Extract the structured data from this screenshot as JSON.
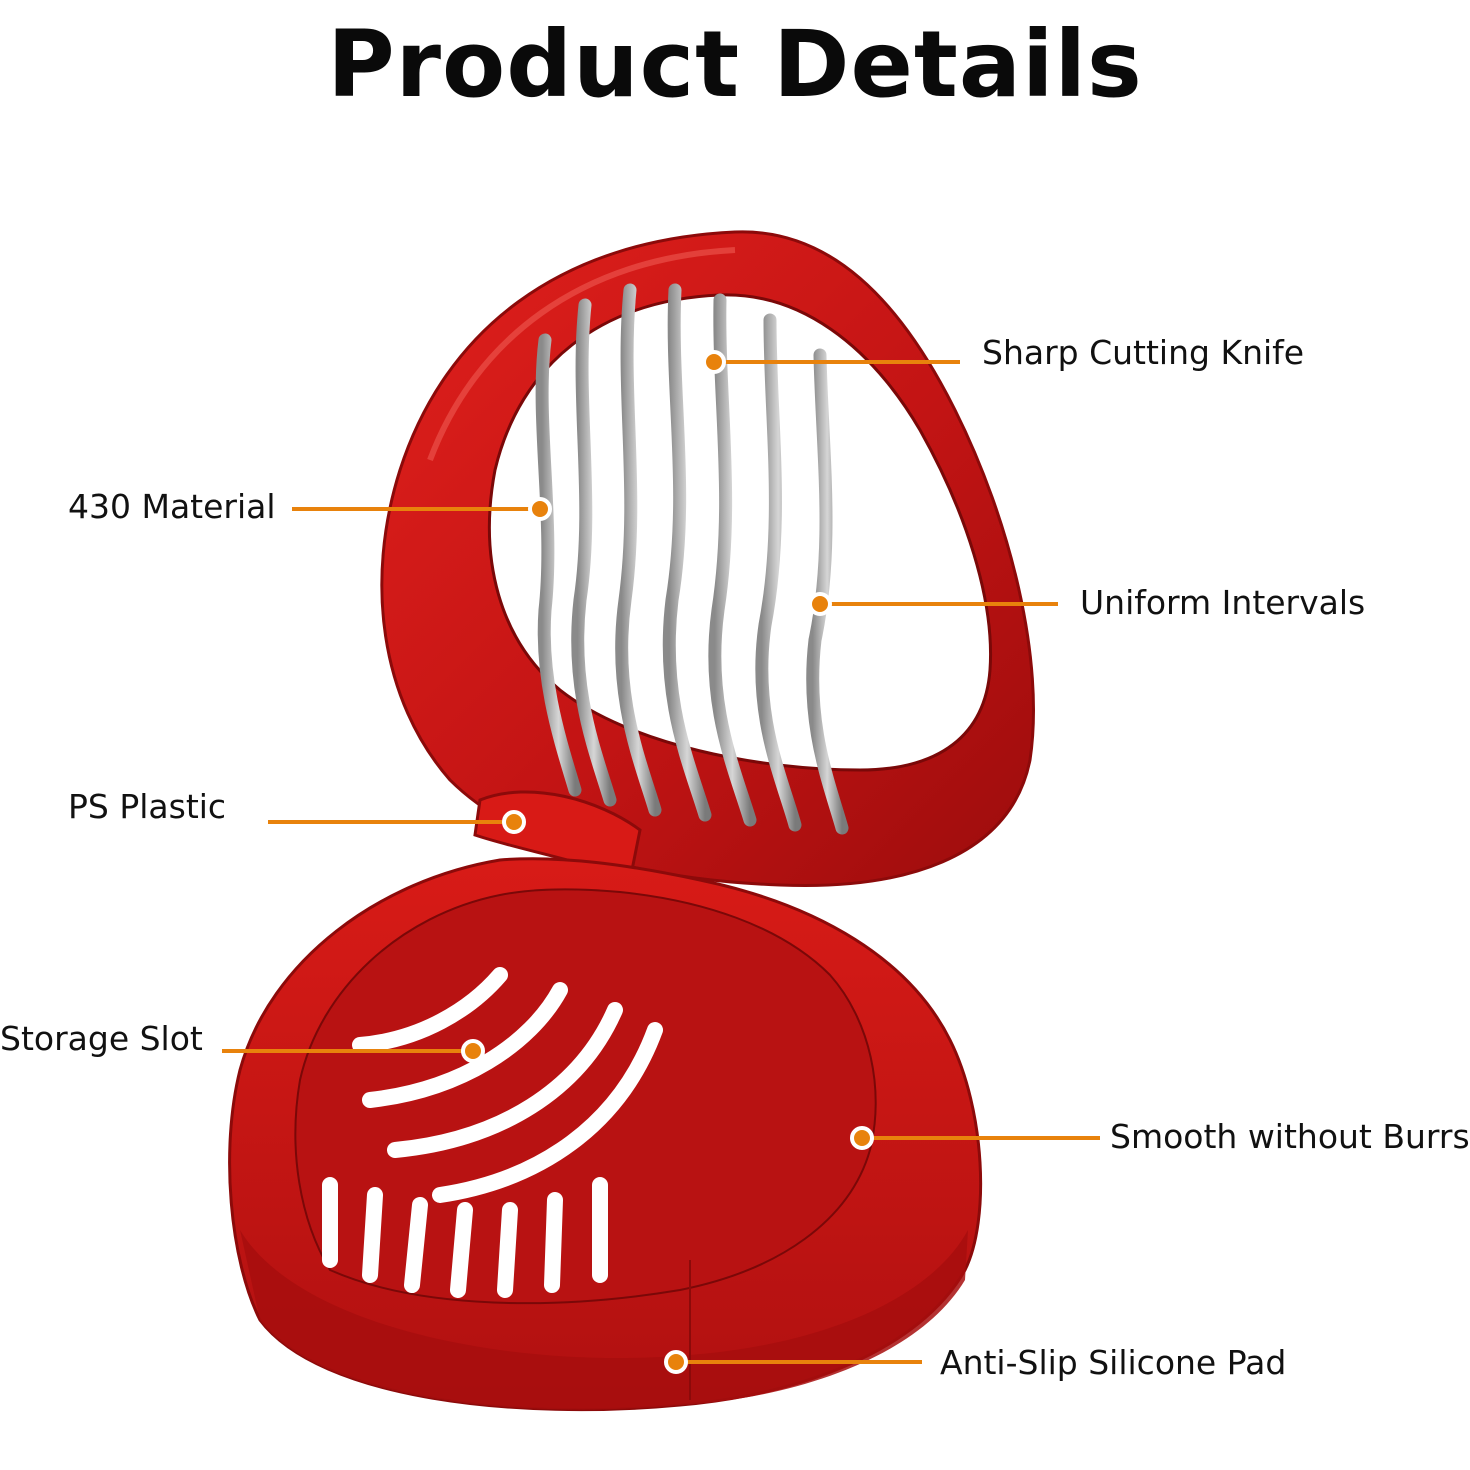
{
  "title": "Product Details",
  "accent_color": "#e8820c",
  "body_color": "#c41414",
  "callouts": [
    {
      "label": "Sharp Cutting Knife"
    },
    {
      "label": "430 Material"
    },
    {
      "label": "Uniform Intervals"
    },
    {
      "label": "PS Plastic"
    },
    {
      "label": "Storage Slot"
    },
    {
      "label": "Smooth without Burrs"
    },
    {
      "label": "Anti-Slip Silicone Pad"
    }
  ]
}
